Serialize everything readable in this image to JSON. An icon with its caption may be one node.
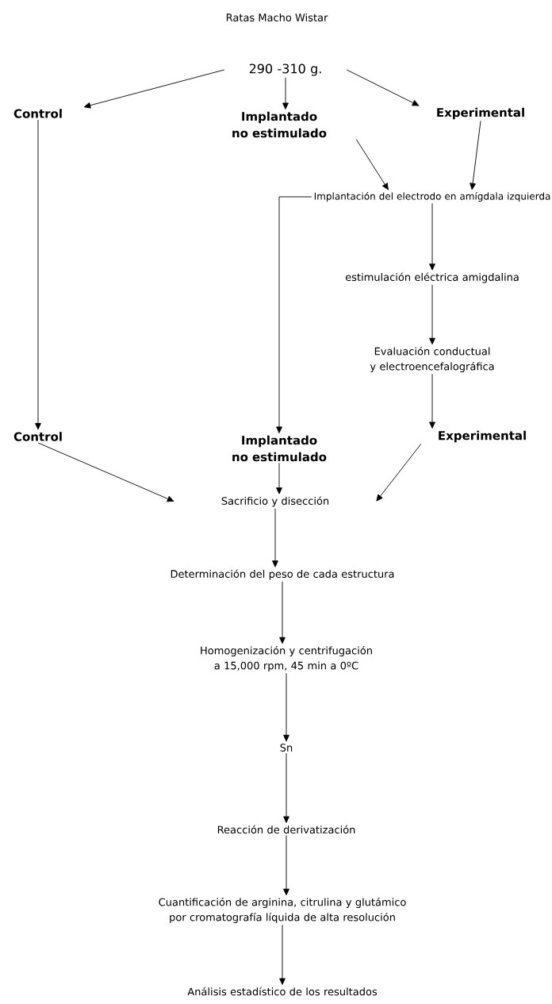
{
  "diagram": {
    "title": "Ratas Macho Wistar",
    "nodes": [
      {
        "text": [
          "290 -310 g."
        ]
      },
      {
        "text": [
          "Control"
        ]
      },
      {
        "text": [
          "Implantado no estimulado"
        ]
      },
      {
        "text": [
          "Experimental"
        ]
      },
      {
        "text": [
          "Implantación del electrodo en amígdala izquierda"
        ]
      },
      {
        "text": [
          "estimulación eléctrica amigdalina"
        ]
      },
      {
        "text": [
          "Evaluación conductual y electroencefalográfica"
        ]
      },
      {
        "text": [
          "Control"
        ]
      },
      {
        "text": [
          "Implantado no estimulado"
        ]
      },
      {
        "text": [
          "Experimental"
        ]
      },
      {
        "text": [
          "Sacrificio y disección"
        ]
      },
      {
        "text": [
          "Determinación del peso de cada estructura"
        ]
      },
      {
        "text": [
          "Homogenización y  centrifugación a 15,000 rpm, 45 min a 0ºC"
        ]
      },
      {
        "text": [
          "Sn"
        ]
      },
      {
        "text": [
          "Reacción de derivatización"
        ]
      },
      {
        "text": [
          "Cuantificación de arginina, citrulina y glutámico por cromatografía líquida de alta resolución"
        ]
      },
      {
        "text": [
          "Análisis estadístico de los resultados"
        ]
      }
    ],
    "edges": [
      {
        "from": 0,
        "to": 1,
        "arrow": "to"
      },
      {
        "from": 0,
        "to": 2,
        "arrow": "to"
      },
      {
        "from": 0,
        "to": 3,
        "arrow": "to"
      },
      {
        "from": 1,
        "to": 7,
        "arrow": "to"
      },
      {
        "from": 2,
        "to": 4,
        "arrow": "to"
      },
      {
        "from": 3,
        "to": 4,
        "arrow": "to"
      },
      {
        "from": 4,
        "to": 8,
        "arrow": "to"
      },
      {
        "from": 4,
        "to": 5,
        "arrow": "to"
      },
      {
        "from": 5,
        "to": 6,
        "arrow": "to"
      },
      {
        "from": 6,
        "to": 9,
        "arrow": "to"
      },
      {
        "from": 7,
        "to": 10,
        "arrow": "to"
      },
      {
        "from": 8,
        "to": 10,
        "arrow": "to"
      },
      {
        "from": 9,
        "to": 10,
        "arrow": "to"
      },
      {
        "from": 10,
        "to": 11,
        "arrow": "to"
      },
      {
        "from": 11,
        "to": 12,
        "arrow": "to"
      },
      {
        "from": 12,
        "to": 13,
        "arrow": "to"
      },
      {
        "from": 13,
        "to": 14,
        "arrow": "to"
      },
      {
        "from": 14,
        "to": 15,
        "arrow": "to"
      },
      {
        "from": 15,
        "to": 16,
        "arrow": "to"
      }
    ]
  }
}
